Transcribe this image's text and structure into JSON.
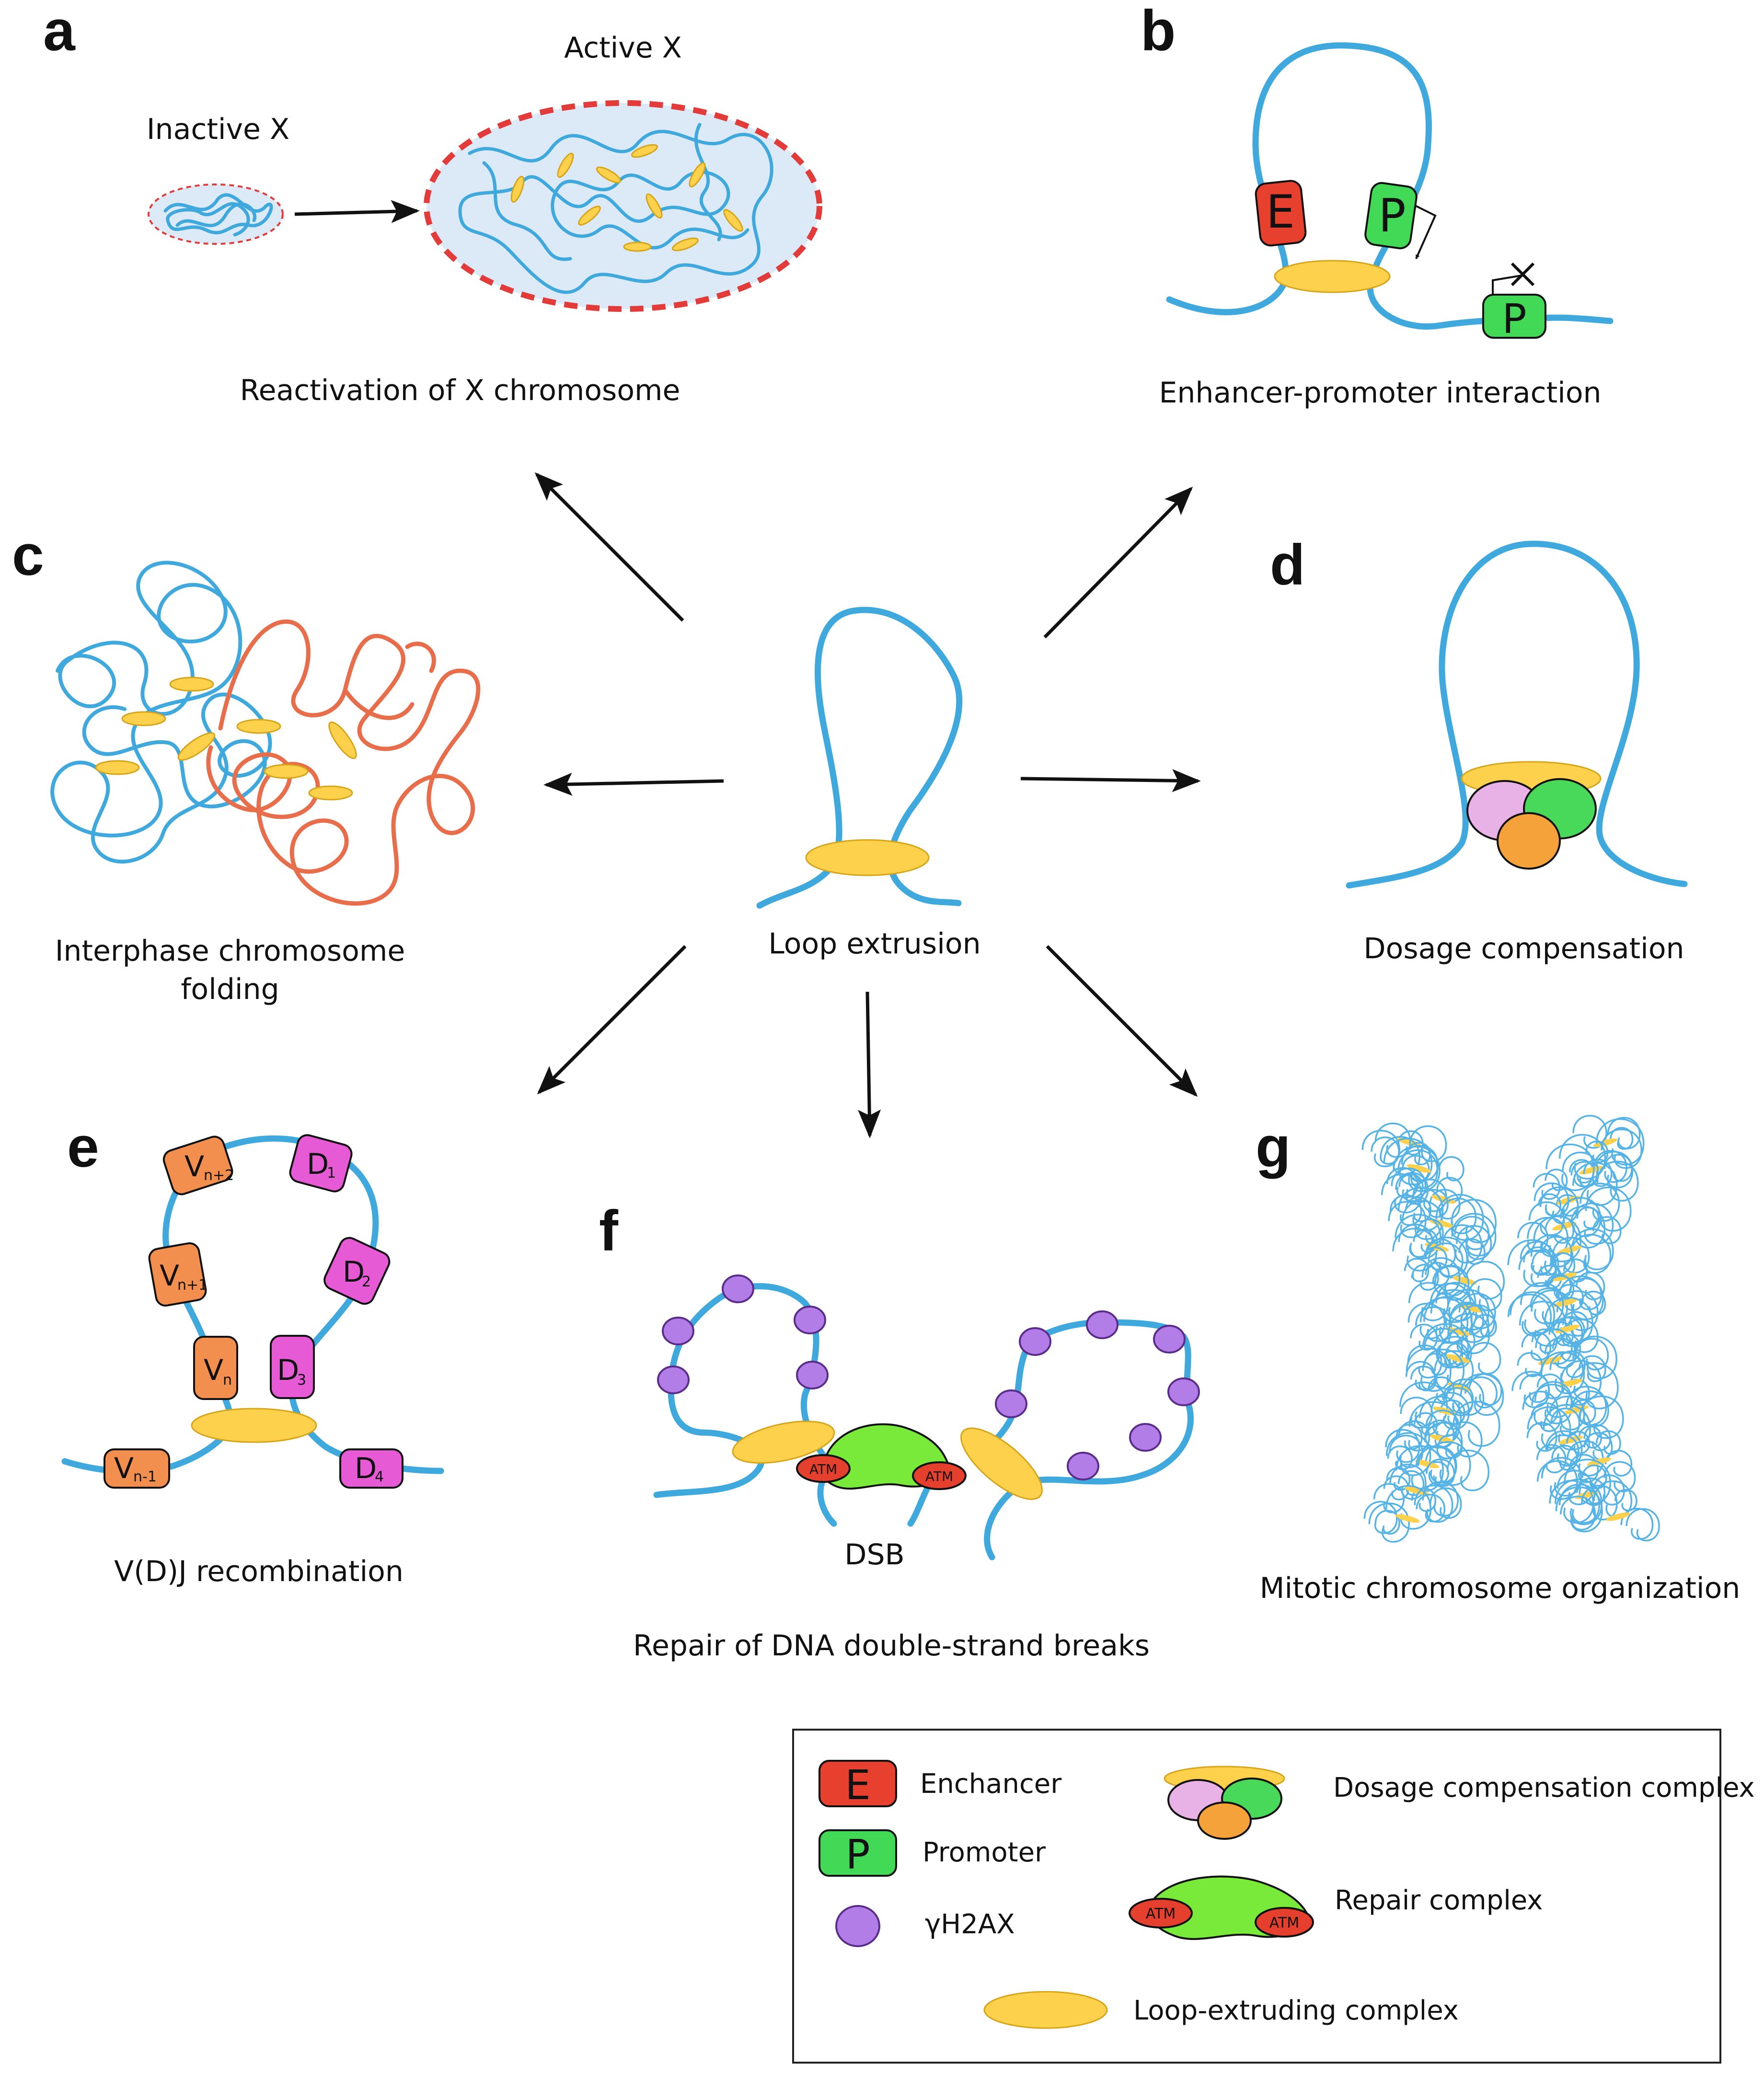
{
  "panels": {
    "a": {
      "label": "a",
      "inactive": "Inactive X",
      "active": "Active X",
      "caption": "Reactivation of X chromosome"
    },
    "b": {
      "label": "b",
      "enhancer_letter": "E",
      "promoter_letter": "P",
      "promoter2_letter": "P",
      "caption": "Enhancer-promoter interaction"
    },
    "c": {
      "label": "c",
      "caption_line1": "Interphase chromosome",
      "caption_line2": "folding"
    },
    "center": {
      "caption": "Loop extrusion"
    },
    "d": {
      "label": "d",
      "caption": "Dosage compensation"
    },
    "e": {
      "label": "e",
      "segments": [
        {
          "main": "V",
          "sub": "n+2"
        },
        {
          "main": "V",
          "sub": "n+1"
        },
        {
          "main": "V",
          "sub": "n"
        },
        {
          "main": "V",
          "sub": "n-1"
        },
        {
          "main": "D",
          "sub": "1"
        },
        {
          "main": "D",
          "sub": "2"
        },
        {
          "main": "D",
          "sub": "3"
        },
        {
          "main": "D",
          "sub": "4"
        }
      ],
      "caption": "V(D)J recombination"
    },
    "f": {
      "label": "f",
      "atm": "ATM",
      "dsb": "DSB",
      "caption": "Repair of DNA double-strand breaks"
    },
    "g": {
      "label": "g",
      "caption": "Mitotic chromosome organization"
    }
  },
  "legend": {
    "enhancer_letter": "E",
    "enhancer": "Enchancer",
    "promoter_letter": "P",
    "promoter": "Promoter",
    "gh2ax": "γH2AX",
    "dosage": "Dosage compensation complex",
    "repair_atm": "ATM",
    "repair": "Repair complex",
    "loop": "Loop-extruding complex"
  },
  "colors": {
    "dna": "#3fa9de",
    "dna_second": "#e86e4b",
    "cohesin": "#fdd14c",
    "enhancer": "#e8402e",
    "promoter": "#42d957",
    "gh2ax": "#b37de8",
    "v_segment": "#f28f4e",
    "d_segment": "#e65ad6",
    "dosage_pink": "#e9b2e6",
    "dosage_green": "#49d95a",
    "dosage_orange": "#f6a23a",
    "repair_complex": "#79ea3a",
    "atm": "#e4402d",
    "inactive_x_border": "#e33a3a",
    "x_nucleus": "#dbeaf6"
  }
}
